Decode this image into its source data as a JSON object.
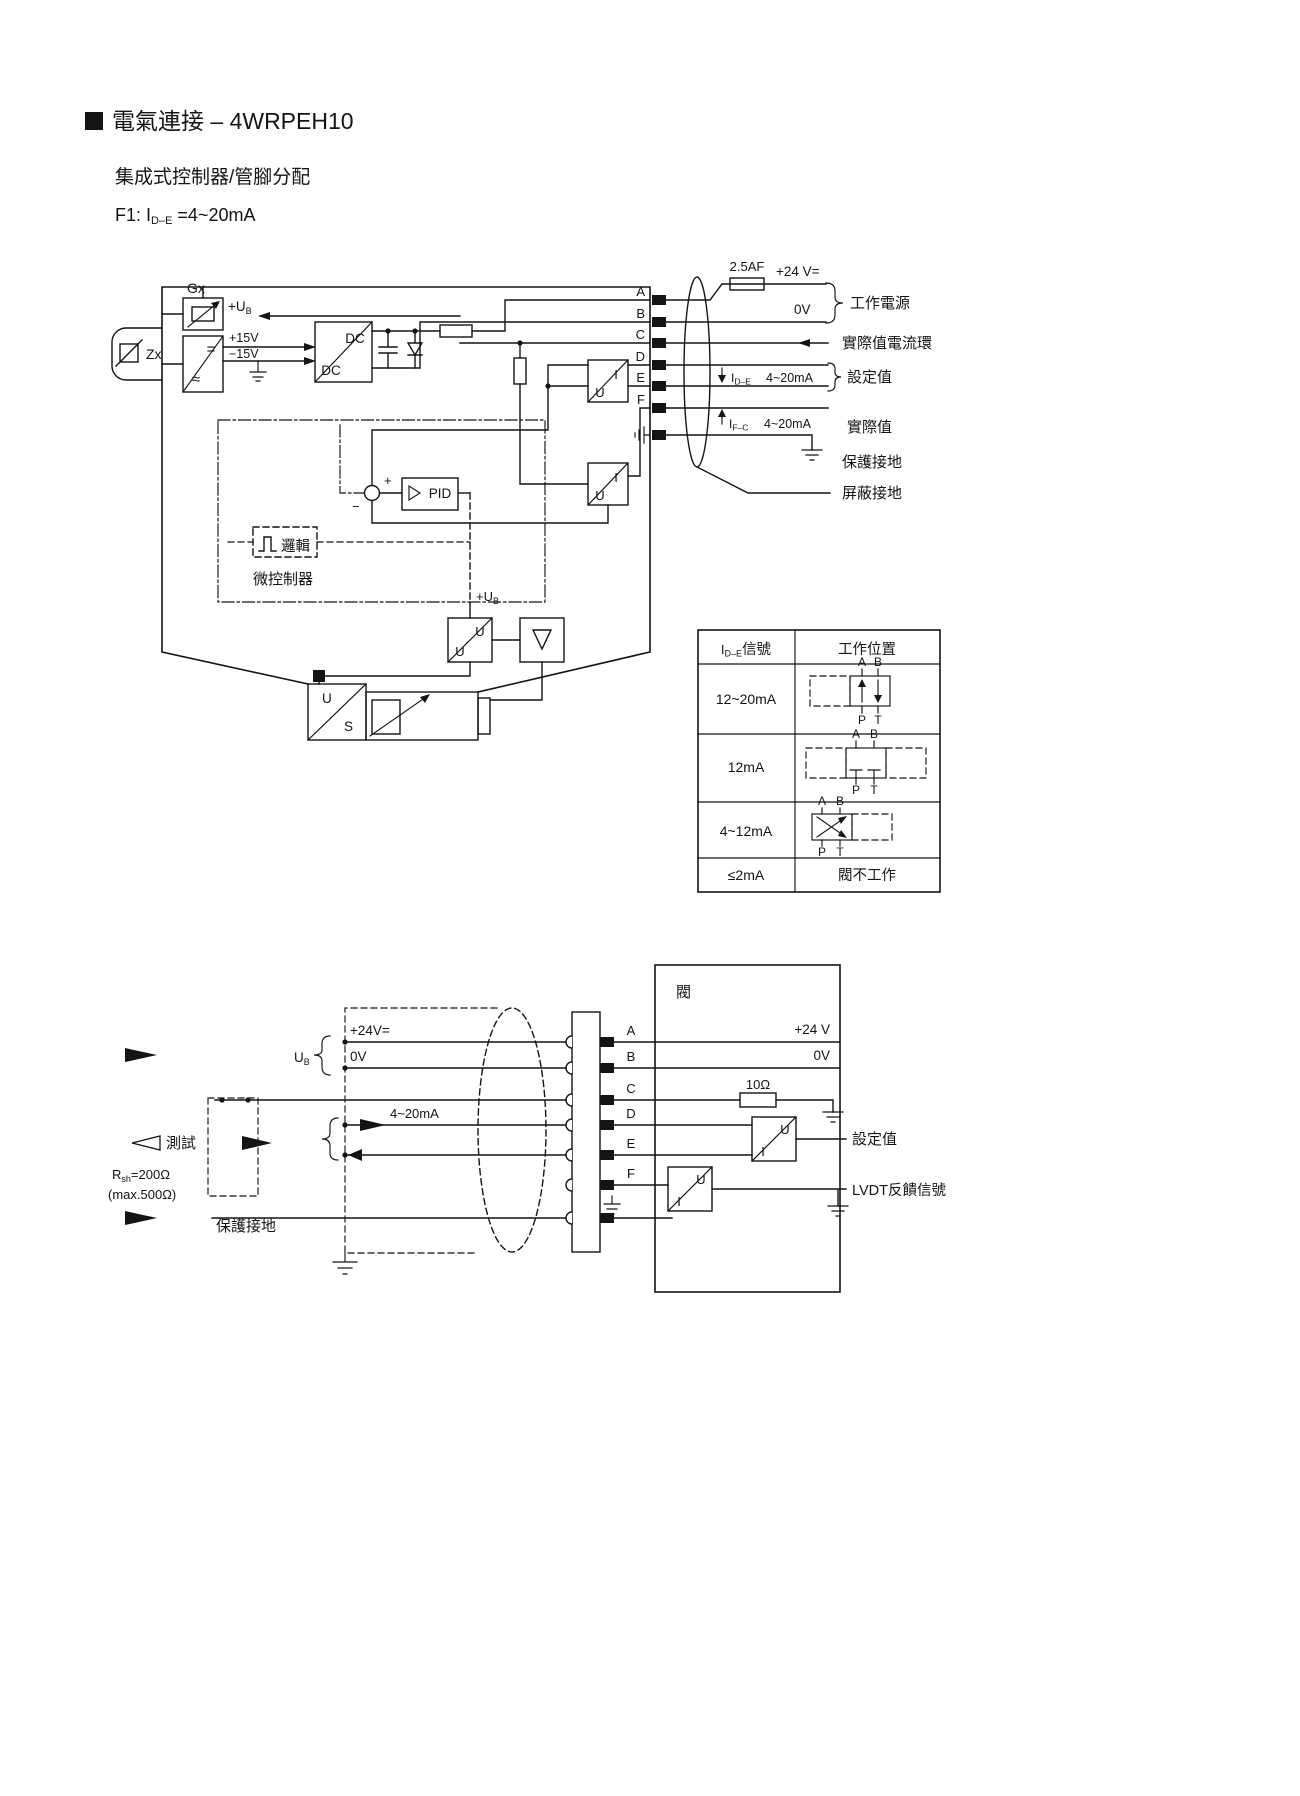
{
  "header": {
    "title": "電氣連接 – 4WRPEH10",
    "subtitle": "集成式控制器/管腳分配",
    "f1_pre": "F1: I",
    "f1_sub": "D–E",
    "f1_post": " =4~20mA"
  },
  "top": {
    "gx": "Gx",
    "zx": "Zx",
    "eq": "=",
    "approx": "≈",
    "ub_pre": "+U",
    "ub_sub": "B",
    "p15": "+15V",
    "m15": "−15V",
    "dc_top": "DC",
    "dc_bottom": "DC",
    "iu1_i": "I",
    "iu1_u": "U",
    "iu2_i": "I",
    "iu2_u": "U",
    "plus": "+",
    "minus": "−",
    "pid": "PID",
    "logic": "邏輯",
    "mcu": "微控制器",
    "ub2_pre": "+U",
    "ub2_sub": "B",
    "uu_top": "U",
    "uu_bot": "U",
    "us_u": "U",
    "us_s": "S",
    "pin_a": "A",
    "pin_b": "B",
    "pin_c": "C",
    "pin_d": "D",
    "pin_e": "E",
    "pin_f": "F",
    "fuse": "2.5AF",
    "v24": "+24 V=",
    "v0": "0V",
    "lbl_power": "工作電源",
    "lbl_loop": "實際值電流環",
    "ide_pre": "I",
    "ide_sub": "D–E",
    "ide_rng": "4~20mA",
    "lbl_set": "設定值",
    "ifc_pre": "I",
    "ifc_sub": "F–C",
    "ifc_rng": "4~20mA",
    "lbl_act": "實際值",
    "lbl_pe": "保護接地",
    "lbl_shield": "屏蔽接地"
  },
  "table": {
    "h1_pre": "I",
    "h1_sub": "D–E",
    "h1_post": "信號",
    "h2": "工作位置",
    "r1": "12~20mA",
    "r2": "12mA",
    "r3": "4~12mA",
    "r4": "≤2mA",
    "r4_val": "閥不工作",
    "a": "A",
    "b": "B",
    "p": "P",
    "t": "T"
  },
  "bottom": {
    "valve": "閥",
    "v24l": "+24V=",
    "v0l": "0V",
    "ub_pre": "U",
    "ub_sub": "B",
    "range": "4~20mA",
    "test": "測試",
    "rsh_pre": "R",
    "rsh_sub": "sh",
    "rsh_post": "=200Ω",
    "rsh_max": "(max.500Ω)",
    "pe": "保護接地",
    "pin_a": "A",
    "pin_b": "B",
    "pin_c": "C",
    "pin_d": "D",
    "pin_e": "E",
    "pin_f": "F",
    "v24r": "+24 V",
    "v0r": "0V",
    "r10": "10Ω",
    "ui1_u": "U",
    "ui1_i": "I",
    "ui2_u": "U",
    "ui2_i": "I",
    "set": "設定值",
    "lvdt": "LVDT反饋信號"
  }
}
